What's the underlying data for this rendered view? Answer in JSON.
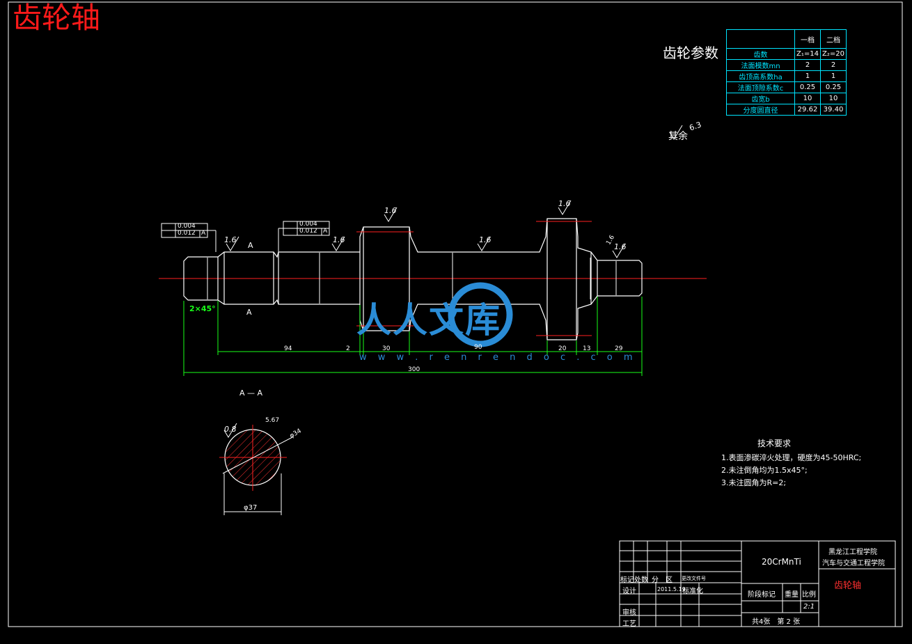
{
  "drawing_title": "齿轮轴",
  "gear_params": {
    "title": "齿轮参数",
    "col_headers": [
      "一档",
      "二档"
    ],
    "rows": [
      {
        "label": "齿数",
        "v1": "Z₁=14",
        "v2": "Z₂=20"
      },
      {
        "label": "法面模数mn",
        "v1": "2",
        "v2": "2"
      },
      {
        "label": "齿顶高系数ha",
        "v1": "1",
        "v2": "1"
      },
      {
        "label": "法面顶隙系数c",
        "v1": "0.25",
        "v2": "0.25"
      },
      {
        "label": "齿宽b",
        "v1": "10",
        "v2": "10"
      },
      {
        "label": "分度圆直径",
        "v1": "29.62",
        "v2": "39.40"
      }
    ]
  },
  "surface_rest": {
    "label": "其余",
    "value": "6.3"
  },
  "roughness_marks": [
    "1.6",
    "1.6",
    "1.6",
    "1.6",
    "1.6",
    "1.6",
    "1.6"
  ],
  "tolerance_frames": [
    {
      "row1": "0.004",
      "row2": "0.012",
      "datum": "A"
    },
    {
      "row1": "0.004",
      "row2": "0.012",
      "datum": "A"
    }
  ],
  "chamfer": "2×45°",
  "section_marks": [
    "A",
    "A"
  ],
  "dimensions": {
    "seg1": "94",
    "seg2": "2",
    "seg3": "30",
    "seg4": "90",
    "seg5": "20",
    "seg6": "13",
    "seg7": "29",
    "overall": "300"
  },
  "section_view": {
    "title": "A — A",
    "roughness": "0.8",
    "key_width": "5.67",
    "inner_dia": "φ34",
    "outer_dia": "φ37"
  },
  "tech_requirements": {
    "title": "技术要求",
    "items": [
      "1.表面渗碳淬火处理，硬度为45-50HRC;",
      "2.未注倒角均为1.5x45°;",
      "3.未注圆角为R=2;"
    ]
  },
  "title_block": {
    "material": "20CrMnTi",
    "school": "黑龙江工程学院",
    "college": "汽车与交通工程学院",
    "part_name": "齿轮轴",
    "h_mark": "标记",
    "h_count": "处数",
    "h_zone": "分　区",
    "h_doc": "更改文件号",
    "design": "设计",
    "design_date": "2011.5.19",
    "standardize": "标准化",
    "review": "审核",
    "process": "工艺",
    "stage_mark": "阶段标记",
    "weight": "重量",
    "scale_label": "比例",
    "scale": "2:1",
    "sheets": "共4张　第 2 张"
  },
  "watermark": {
    "text": "人人文库",
    "url": "w w w . r e n r e n d o c . c o m"
  }
}
